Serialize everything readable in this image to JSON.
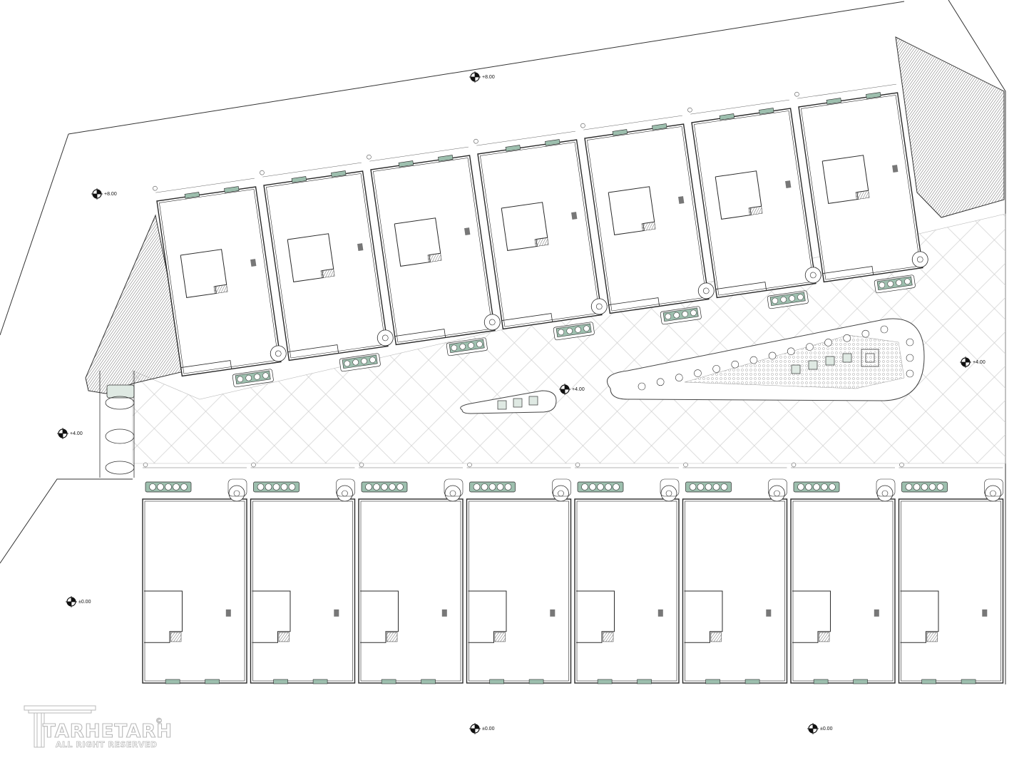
{
  "levels": [
    {
      "text": "+8.00"
    },
    {
      "text": "+8.00"
    },
    {
      "text": "+4.00"
    },
    {
      "text": "+4.00"
    },
    {
      "text": "+4.00"
    },
    {
      "text": "±0.00"
    },
    {
      "text": "±0.00"
    },
    {
      "text": "±0.00"
    }
  ],
  "watermark": {
    "brand": "TARHETARH",
    "copyright_symbol": "©",
    "rights": "ALL RIGHT RESERVED"
  },
  "colors": {
    "line": "#2a2a2a",
    "paving": "#c9c9c9",
    "planter": "#9dbfae",
    "hatch": "#777777"
  }
}
